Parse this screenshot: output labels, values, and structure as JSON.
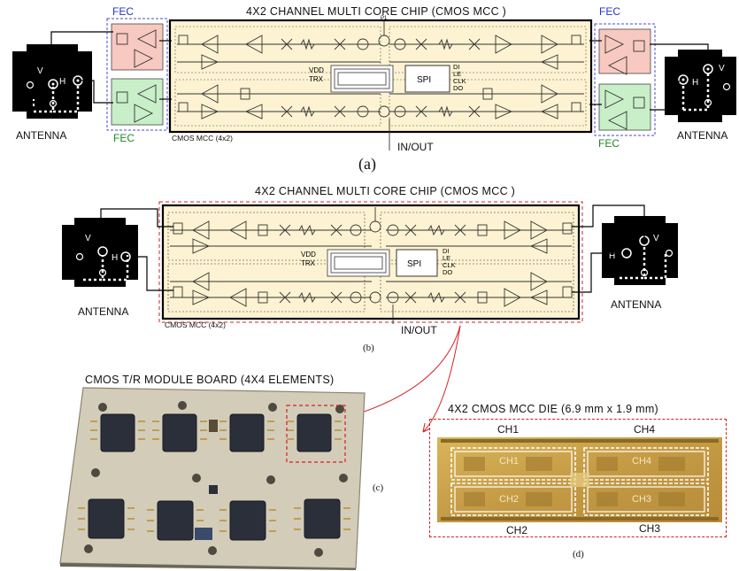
{
  "panel_a": {
    "title": "4X2 CHANNEL MULTI CORE CHIP (CMOS MCC )",
    "fec_top_left": "FEC",
    "fec_bottom_left": "FEC",
    "fec_top_right": "FEC",
    "fec_bottom_right": "FEC",
    "antenna_left": "ANTENNA",
    "antenna_right": "ANTENNA",
    "chip_caption": "CMOS MCC (4x2)",
    "io": "IN/OUT",
    "caption": "(a)",
    "pol_v": "V",
    "pol_h": "H",
    "ctrl_vdd": "VDD",
    "ctrl_trx": "TRX",
    "spi": "SPI",
    "spi_pins": [
      "DI",
      "LE",
      "CLK",
      "DO"
    ],
    "p1": "P1"
  },
  "panel_b": {
    "title": "4X2 CHANNEL MULTI CORE CHIP (CMOS MCC )",
    "antenna_left": "ANTENNA",
    "antenna_right": "ANTENNA",
    "chip_caption": "CMOS MCC (4x2)",
    "io": "IN/OUT",
    "caption": "(b)",
    "pol_v": "V",
    "pol_h": "H",
    "ctrl_vdd": "VDD",
    "ctrl_trx": "TRX",
    "spi": "SPI",
    "spi_pins": [
      "DI",
      "LE",
      "CLK",
      "DO"
    ]
  },
  "panel_c": {
    "title": "CMOS T/R MODULE BOARD (4X4 ELEMENTS)",
    "caption": "(c)"
  },
  "panel_d": {
    "title": "4X2 CMOS MCC DIE (6.9 mm x 1.9 mm)",
    "channels": [
      "CH1",
      "CH4",
      "CH2",
      "CH3"
    ],
    "inner_channels": [
      "CH1",
      "CH4",
      "CH2",
      "CH3"
    ],
    "caption": "(d)"
  },
  "colors": {
    "chip_fill": "#fdf3d2",
    "fec_red": "#f8c9c0",
    "fec_green": "#c9efc9",
    "fec_border": "#4a4ad0",
    "callout_red": "#d42020",
    "die_gold": "#c9a24a",
    "board": "#cfc8b4"
  }
}
